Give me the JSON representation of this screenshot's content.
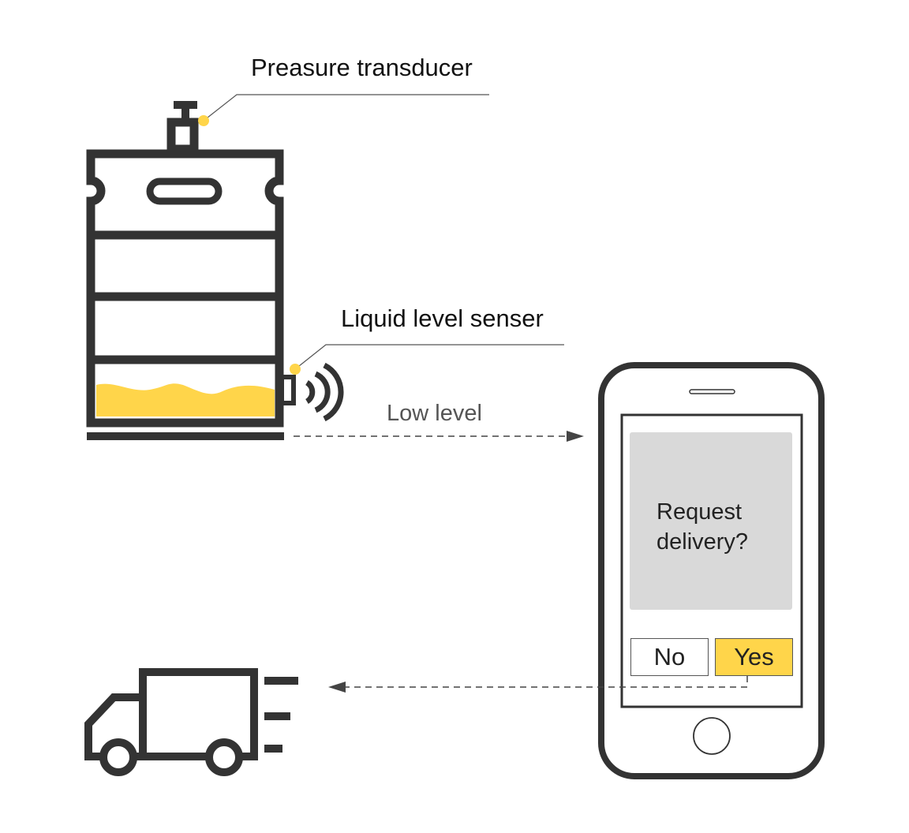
{
  "labels": {
    "pressure_transducer": "Preasure transducer",
    "liquid_level_sensor": "Liquid level senser",
    "low_level": "Low level"
  },
  "phone": {
    "prompt_line1": "Request",
    "prompt_line2": "delivery?",
    "no_label": "No",
    "yes_label": "Yes"
  },
  "colors": {
    "outline": "#333333",
    "accent": "#ffd54a",
    "screen_panel": "#d9d9d9",
    "arrow": "#444444"
  },
  "icons": [
    "keg-icon",
    "wireless-signal-icon",
    "smartphone-icon",
    "delivery-truck-icon"
  ]
}
